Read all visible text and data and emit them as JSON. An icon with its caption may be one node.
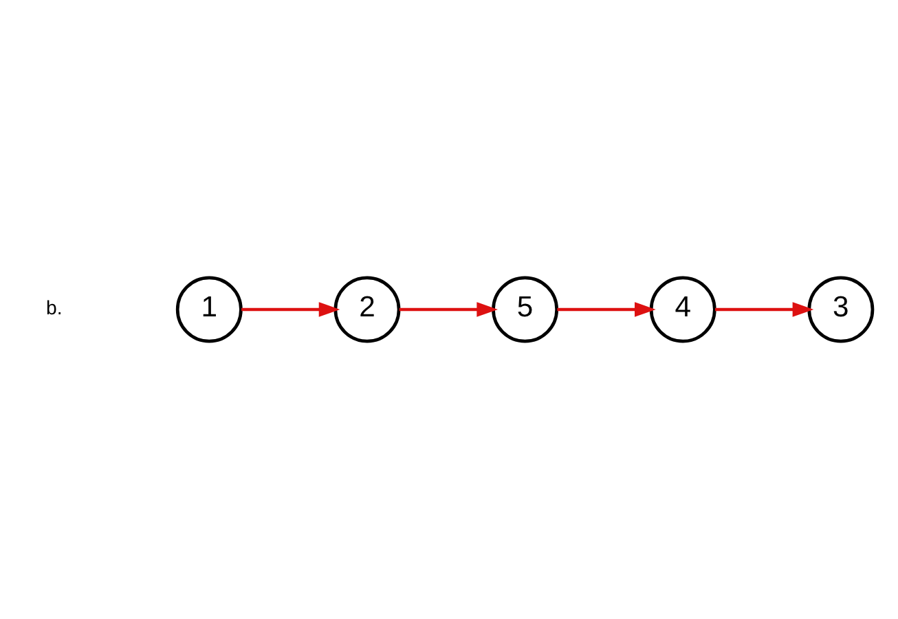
{
  "diagram": {
    "nodes": [
      {
        "text": [
          "1"
        ]
      },
      {
        "text": [
          "2"
        ]
      },
      {
        "text": [
          "3"
        ]
      },
      {
        "text": [
          "4"
        ]
      },
      {
        "text": [
          "5"
        ]
      }
    ],
    "edges": [
      {
        "from": 0,
        "to": 1,
        "arrow": "to"
      },
      {
        "from": 1,
        "to": 4,
        "arrow": "to"
      },
      {
        "from": 4,
        "to": 3,
        "arrow": "to"
      },
      {
        "from": 3,
        "to": 2,
        "arrow": "to"
      }
    ],
    "labels": [
      "b."
    ]
  }
}
